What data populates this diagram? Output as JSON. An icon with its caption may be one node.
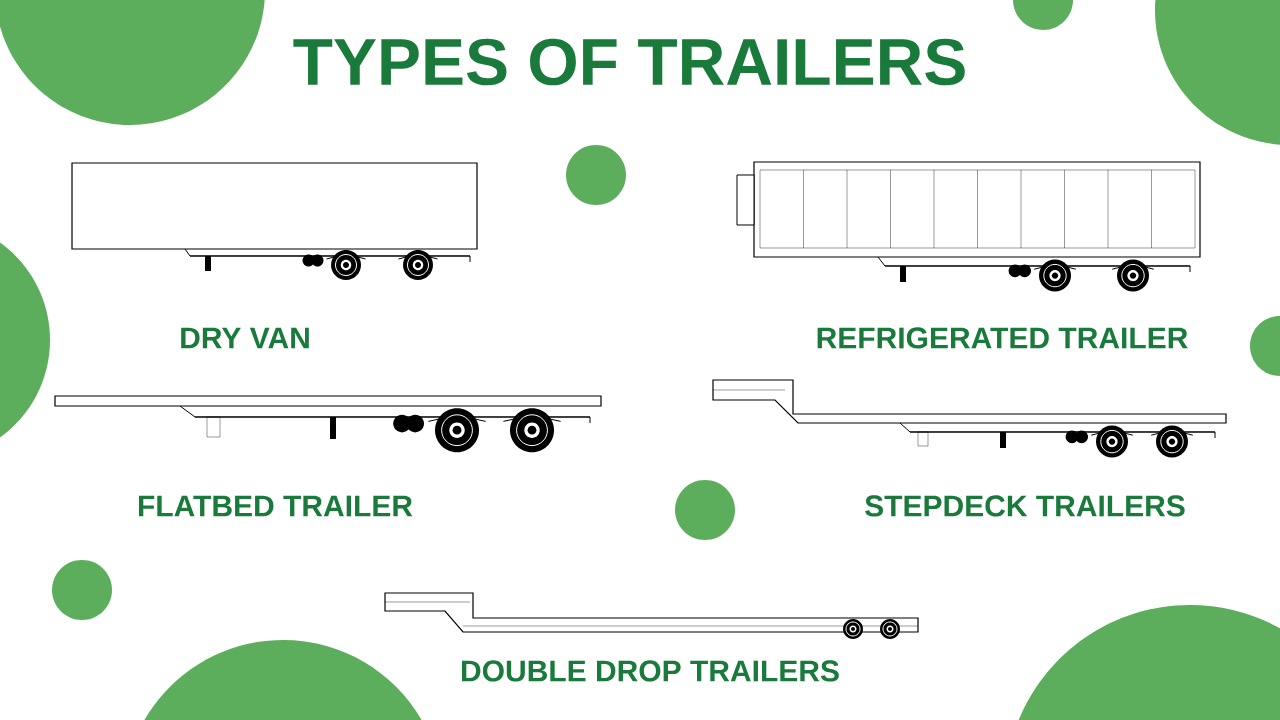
{
  "diagram": {
    "title": "TYPES OF TRAILERS",
    "labels": [
      "DRY VAN",
      "REFRIGERATED TRAILER",
      "FLATBED TRAILER",
      "STEPDECK TRAILERS",
      "DOUBLE DROP TRAILERS"
    ]
  }
}
